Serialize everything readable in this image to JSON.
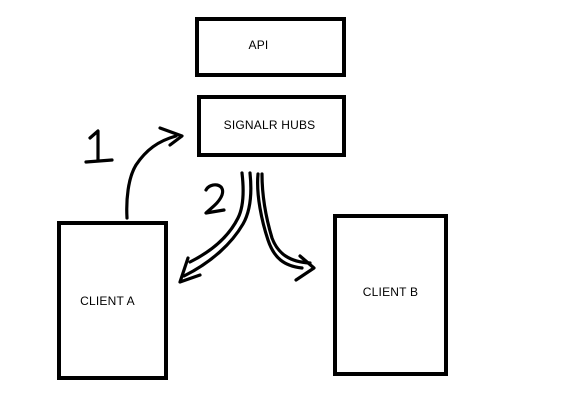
{
  "diagram": {
    "nodes": {
      "api": "API",
      "signalr_hubs": "SIGNALR HUBS",
      "client_a": "CLIENT A",
      "client_b": "CLIENT B"
    },
    "step_labels": {
      "step1": "1",
      "step2": "2"
    }
  },
  "colors": {
    "ink": "#000000",
    "background": "#ffffff"
  }
}
